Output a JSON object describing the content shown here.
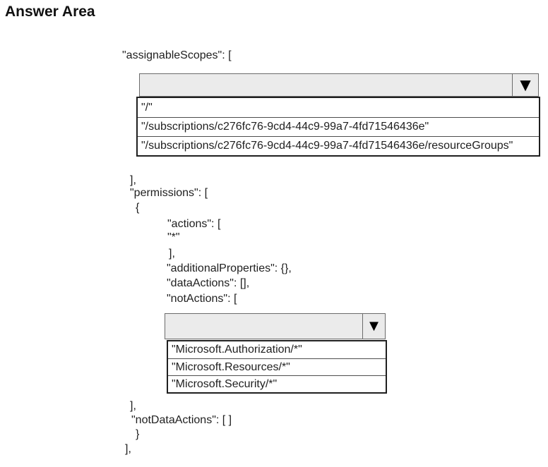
{
  "title": "Answer Area",
  "colors": {
    "background": "#ffffff",
    "select_fill": "#ebebeb",
    "select_border": "#6b6b6b",
    "list_border": "#1f1f1f",
    "text": "#1f1f1f",
    "arrow": "#000000"
  },
  "icons": {
    "dropdown_arrow": "▼"
  },
  "code_lines": [
    {
      "text": "\"assignableScopes\": ["
    },
    {
      "text": "],"
    },
    {
      "text": "\"permissions\": ["
    },
    {
      "text": "{"
    },
    {
      "text": "\"actions\": ["
    },
    {
      "text": "\"*\""
    },
    {
      "text": "],"
    },
    {
      "text": "\"additionalProperties\": {},"
    },
    {
      "text": "\"dataActions\": [],"
    },
    {
      "text": "\"notActions\": ["
    },
    {
      "text": "],"
    },
    {
      "text": "\"notDataActions\": [ ]"
    },
    {
      "text": "}"
    },
    {
      "text": "],"
    }
  ],
  "dropdowns": [
    {
      "selected_value": "",
      "options": [
        "\"/\"",
        "\"/subscriptions/c276fc76-9cd4-44c9-99a7-4fd71546436e\"",
        "\"/subscriptions/c276fc76-9cd4-44c9-99a7-4fd71546436e/resourceGroups\""
      ]
    },
    {
      "selected_value": "",
      "options": [
        "\"Microsoft.Authorization/*\"",
        "\"Microsoft.Resources/*\"",
        "\"Microsoft.Security/*\""
      ]
    }
  ]
}
